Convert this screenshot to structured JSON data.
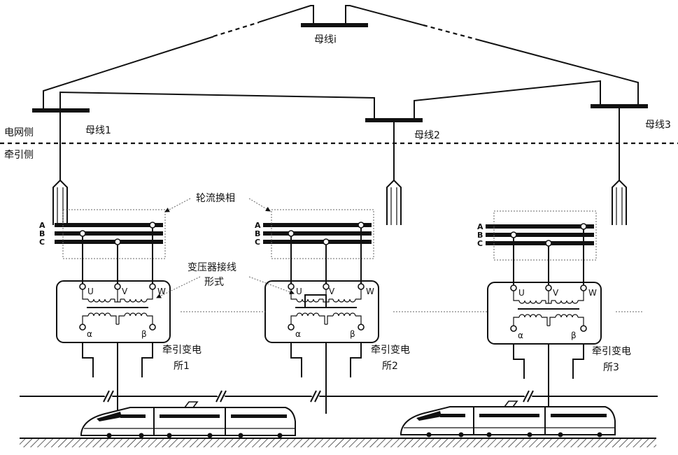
{
  "labels": {
    "bus_i": "母线i",
    "bus1": "母线1",
    "bus2": "母线2",
    "bus3": "母线3",
    "grid_side": "电网侧",
    "traction_side": "牵引侧",
    "phase_rotation": "轮流换相",
    "transformer_wiring_line1": "变压器接线",
    "transformer_wiring_line2": "形式"
  },
  "phases": [
    "A",
    "B",
    "C"
  ],
  "terminals": {
    "u": "U",
    "v": "V",
    "w": "W",
    "alpha": "α",
    "beta": "β"
  },
  "substations": [
    {
      "line1": "牵引变电",
      "line2": "所1"
    },
    {
      "line1": "牵引变电",
      "line2": "所2"
    },
    {
      "line1": "牵引变电",
      "line2": "所3"
    }
  ]
}
